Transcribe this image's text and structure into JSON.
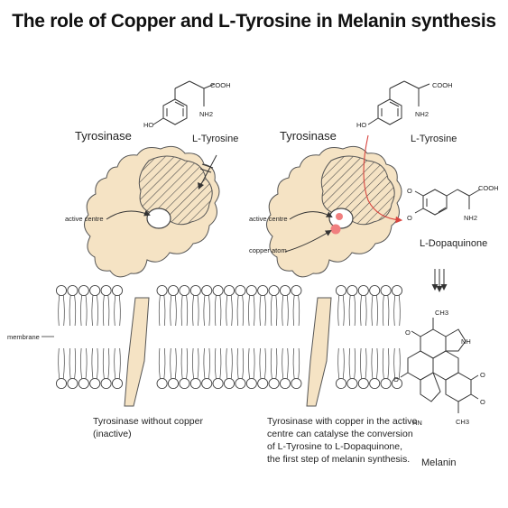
{
  "title": "The role of Copper and L-Tyrosine in Melanin synthesis",
  "left_panel": {
    "enzyme_label": "Tyrosinase",
    "substrate_label": "L-Tyrosine",
    "active_centre_label": "active centre",
    "caption_lines": [
      "Tyrosinase without copper",
      "(inactive)"
    ]
  },
  "right_panel": {
    "enzyme_label": "Tyrosinase",
    "substrate_label": "L-Tyrosine",
    "active_centre_label": "active centre",
    "copper_label": "copper atom",
    "product_label": "L-Dopaquinone",
    "final_label": "Melanin",
    "caption_lines": [
      "Tyrosinase with copper in the active",
      "centre can catalyse the conversion",
      "of L-Tyrosine to L-Dopaquinone,",
      "the first step of melanin synthesis."
    ]
  },
  "membrane_label": "membrane",
  "chem_text": {
    "cooh": "COOH",
    "nh2": "NH2",
    "ho": "HO",
    "o": "O",
    "nh": "NH",
    "hn": "HN",
    "ch3": "CH3"
  },
  "colors": {
    "enzyme": "#f5e3c4",
    "enzyme_outline": "#555555",
    "copper": "#f07f7f",
    "reaction_arrow": "#d9453f",
    "lipid": "#ffffff",
    "lipid_outline": "#444444"
  }
}
